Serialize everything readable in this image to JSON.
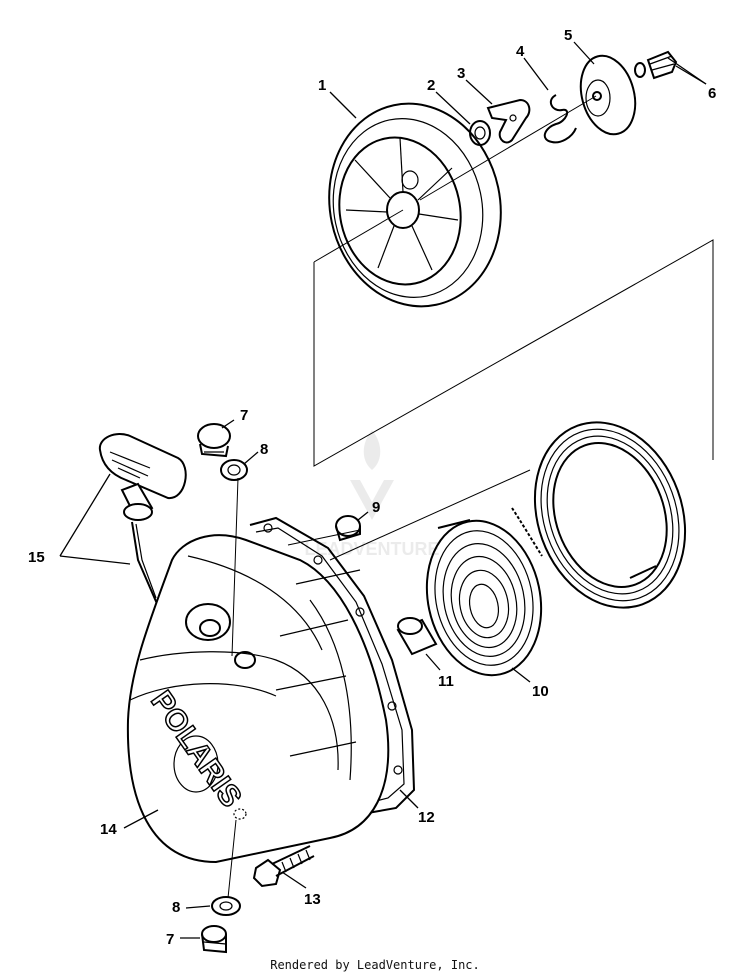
{
  "diagram": {
    "brand_text": "POLARIS",
    "watermark_text": "LEADVENTURE",
    "callouts": [
      "1",
      "2",
      "3",
      "4",
      "5",
      "6",
      "7",
      "8",
      "9",
      "10",
      "11",
      "12",
      "13",
      "14",
      "15",
      "8",
      "7"
    ]
  },
  "footer": {
    "text": "Rendered by LeadVenture, Inc."
  }
}
